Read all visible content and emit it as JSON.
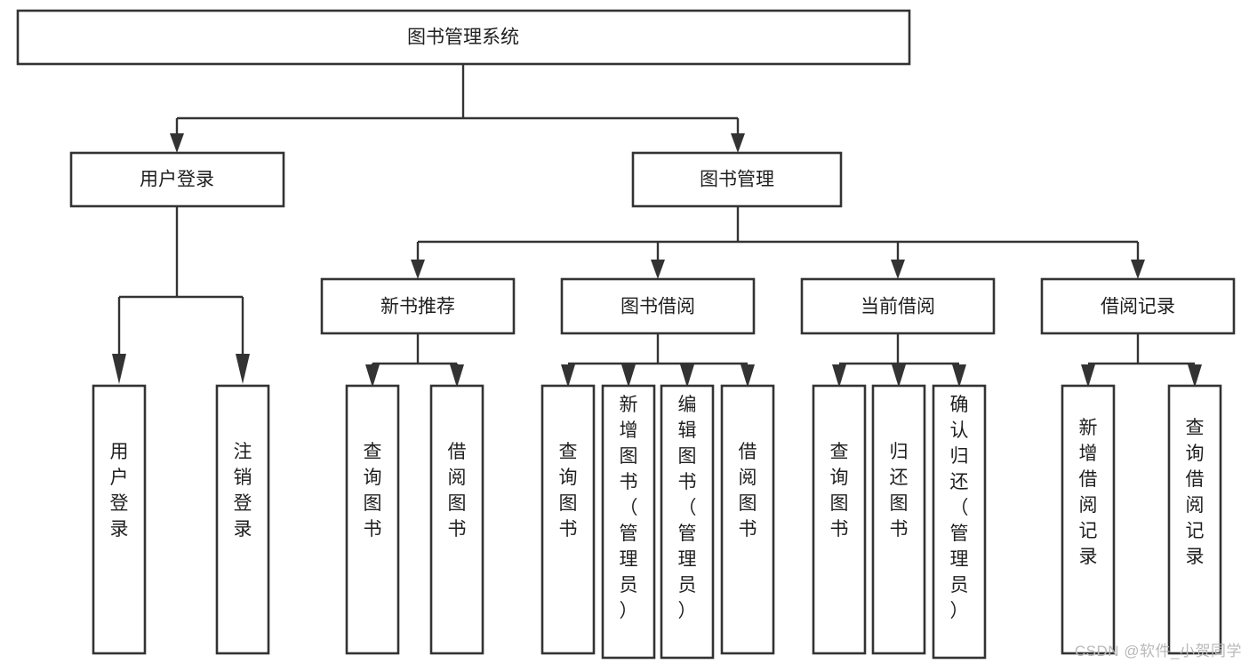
{
  "diagram": {
    "title": "图书管理系统",
    "type": "hierarchy-tree",
    "watermark": "CSDN @软件_小贺同学",
    "colors": {
      "box_stroke": "#333333",
      "box_fill": "#ffffff",
      "text": "#1f1f1f",
      "connector": "#333333",
      "watermark": "#b9b9b9",
      "background": "#ffffff"
    },
    "nodes": {
      "root": {
        "id": "root",
        "label": "图书管理系统",
        "level": 1,
        "orientation": "horizontal"
      },
      "level2": [
        {
          "id": "user-login",
          "label": "用户登录",
          "level": 2,
          "orientation": "horizontal"
        },
        {
          "id": "book-manage",
          "label": "图书管理",
          "level": 2,
          "orientation": "horizontal"
        }
      ],
      "level3": [
        {
          "id": "new-book-recommend",
          "label": "新书推荐",
          "level": 3,
          "orientation": "horizontal",
          "parent": "book-manage"
        },
        {
          "id": "book-borrow",
          "label": "图书借阅",
          "level": 3,
          "orientation": "horizontal",
          "parent": "book-manage"
        },
        {
          "id": "current-borrow",
          "label": "当前借阅",
          "level": 3,
          "orientation": "horizontal",
          "parent": "book-manage"
        },
        {
          "id": "borrow-record",
          "label": "借阅记录",
          "level": 3,
          "orientation": "horizontal",
          "parent": "book-manage"
        }
      ],
      "leaves": [
        {
          "id": "leaf-user-login",
          "label": "用户登录",
          "orientation": "vertical",
          "parent": "user-login"
        },
        {
          "id": "leaf-user-logout",
          "label": "注销登录",
          "orientation": "vertical",
          "parent": "user-login"
        },
        {
          "id": "leaf-query-book-1",
          "label": "查询图书",
          "orientation": "vertical",
          "parent": "new-book-recommend"
        },
        {
          "id": "leaf-borrow-book-1",
          "label": "借阅图书",
          "orientation": "vertical",
          "parent": "new-book-recommend"
        },
        {
          "id": "leaf-query-book-2",
          "label": "查询图书",
          "orientation": "vertical",
          "parent": "book-borrow"
        },
        {
          "id": "leaf-add-book",
          "label": "新增图书（管理员）",
          "orientation": "vertical",
          "parent": "book-borrow"
        },
        {
          "id": "leaf-edit-book",
          "label": "编辑图书（管理员）",
          "orientation": "vertical",
          "parent": "book-borrow"
        },
        {
          "id": "leaf-borrow-book-2",
          "label": "借阅图书",
          "orientation": "vertical",
          "parent": "book-borrow"
        },
        {
          "id": "leaf-query-book-3",
          "label": "查询图书",
          "orientation": "vertical",
          "parent": "current-borrow"
        },
        {
          "id": "leaf-return-book",
          "label": "归还图书",
          "orientation": "vertical",
          "parent": "current-borrow"
        },
        {
          "id": "leaf-confirm-return",
          "label": "确认归还（管理员）",
          "orientation": "vertical",
          "parent": "current-borrow"
        },
        {
          "id": "leaf-add-record",
          "label": "新增借阅记录",
          "orientation": "vertical",
          "parent": "borrow-record"
        },
        {
          "id": "leaf-query-record",
          "label": "查询借阅记录",
          "orientation": "vertical",
          "parent": "borrow-record"
        }
      ]
    }
  }
}
